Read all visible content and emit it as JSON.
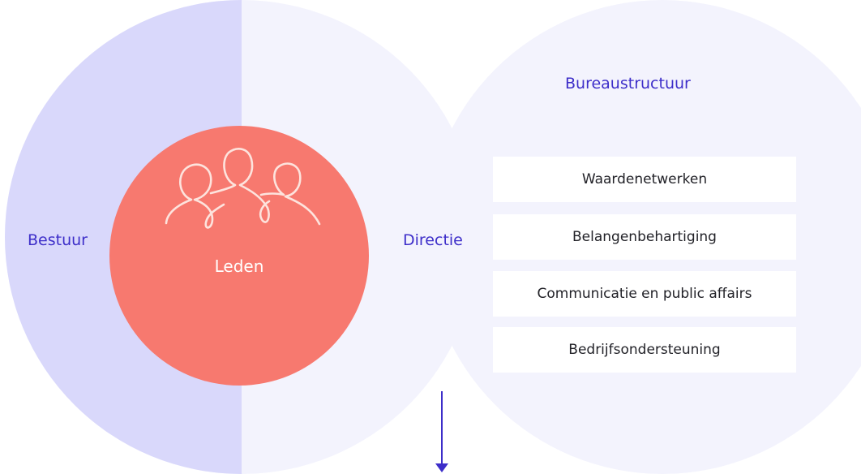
{
  "colors": {
    "bestuur_fill": "#d9d8fb",
    "light_fill": "#f3f3fd",
    "leden_fill": "#f7796f",
    "accent_text": "#3d2ec9",
    "arrow": "#3d2ec9",
    "leden_icon": "#fde3dd"
  },
  "labels": {
    "bestuur": "Bestuur",
    "directie": "Directie",
    "bureaustructuur": "Bureaustructuur",
    "leden": "Leden"
  },
  "bureaustructuur": {
    "items": [
      "Waardenetwerken",
      "Belangenbehartiging",
      "Communicatie en public affairs",
      "Bedrijfsondersteuning"
    ]
  },
  "icons": {
    "leden": "people-group-icon",
    "flow": "arrow-down-icon"
  }
}
